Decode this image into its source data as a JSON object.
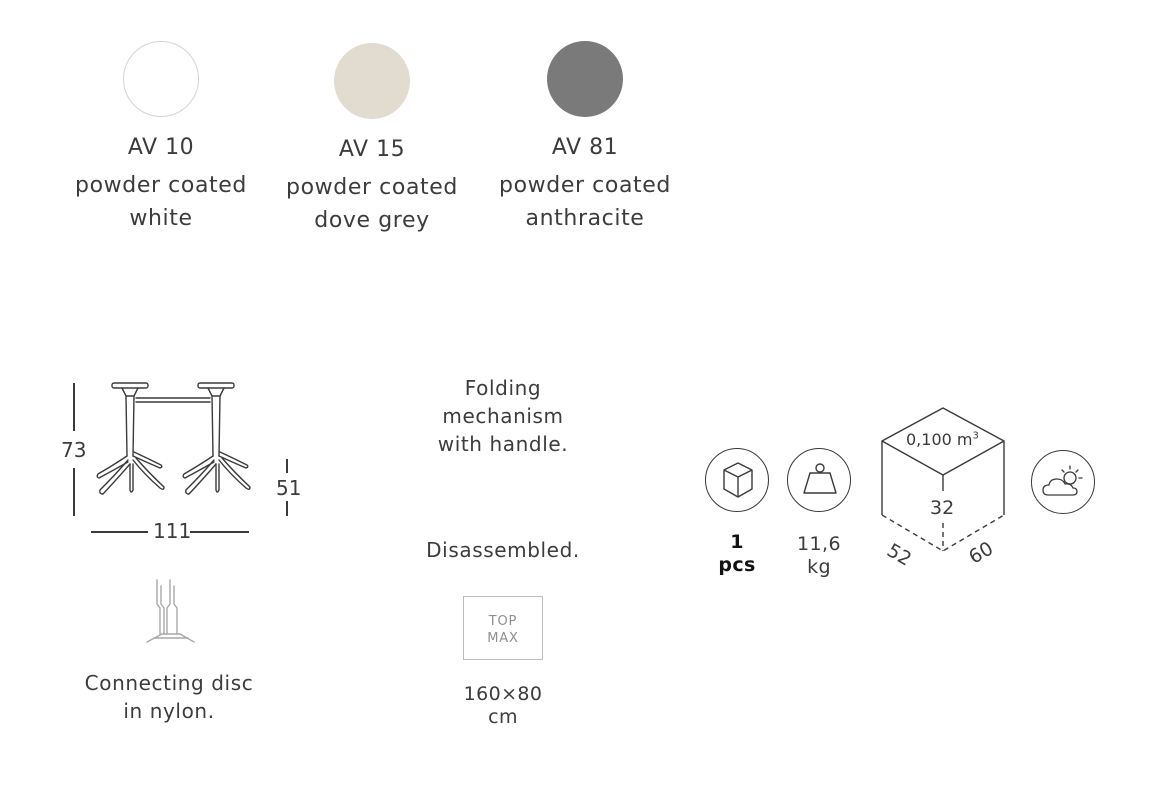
{
  "finishes": [
    {
      "code": "AV 10",
      "line1": "powder coated",
      "line2": "white",
      "color": "#ffffff",
      "border": "#d4d4d4"
    },
    {
      "code": "AV 15",
      "line1": "powder coated",
      "line2": "dove grey",
      "color": "#e2dbd0",
      "border": "#e2dbd0"
    },
    {
      "code": "AV 81",
      "line1": "powder coated",
      "line2": "anthracite",
      "color": "#7a7a7a",
      "border": "#7a7a7a"
    }
  ],
  "dimensions": {
    "height": "73",
    "width": "111",
    "folded_height": "51"
  },
  "connecting_disc": {
    "line1": "Connecting disc",
    "line2": "in nylon."
  },
  "folding": {
    "line1": "Folding",
    "line2": "mechanism",
    "line3": "with handle."
  },
  "disassembled": "Disassembled.",
  "top_max": {
    "line1": "TOP",
    "line2": "MAX",
    "size": "160×80",
    "unit": "cm"
  },
  "package": {
    "pieces_value": "1",
    "pieces_unit": "pcs",
    "weight_value": "11,6",
    "weight_unit": "kg",
    "volume": "0,100 m",
    "volume_exp": "3",
    "box_height": "32",
    "box_depth": "52",
    "box_width": "60"
  }
}
